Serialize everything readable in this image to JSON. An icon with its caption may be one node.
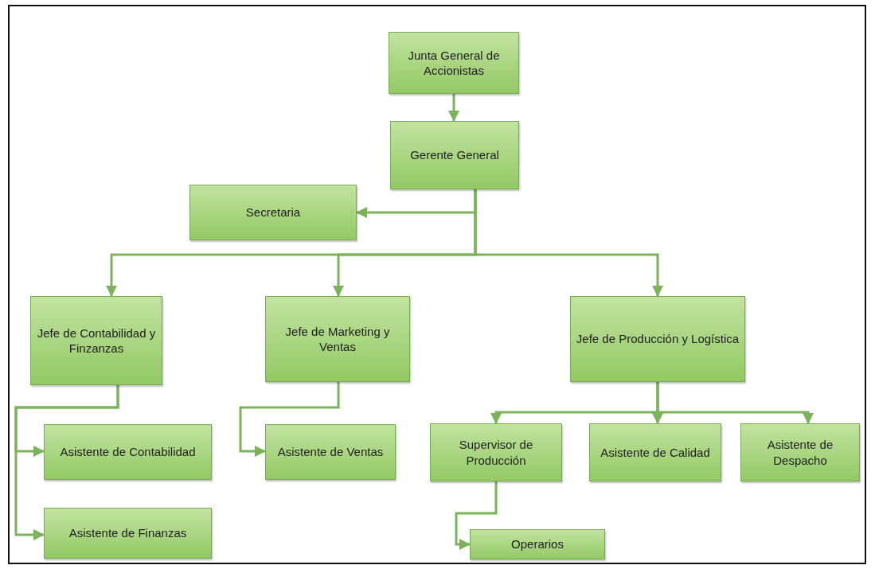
{
  "diagram": {
    "nodes": [
      {
        "text": [
          "Junta General de Accionistas"
        ]
      },
      {
        "text": [
          "Gerente General"
        ]
      },
      {
        "text": [
          "Secretaria"
        ]
      },
      {
        "text": [
          "Jefe de Contabilidad y Finzanzas"
        ]
      },
      {
        "text": [
          "Jefe de Marketing y Ventas"
        ]
      },
      {
        "text": [
          "Jefe de Producción y Logística"
        ]
      },
      {
        "text": [
          "Asistente de Contabilidad"
        ]
      },
      {
        "text": [
          "Asistente de Ventas"
        ]
      },
      {
        "text": [
          "Supervisor de Producción"
        ]
      },
      {
        "text": [
          "Asistente de Calidad"
        ]
      },
      {
        "text": [
          "Asistente de Despacho"
        ]
      },
      {
        "text": [
          "Asistente de Finanzas"
        ]
      },
      {
        "text": [
          "Operarios"
        ]
      }
    ],
    "edges": [
      {
        "from": 0,
        "to": 1,
        "arrow": "to"
      },
      {
        "from": 1,
        "to": 2,
        "arrow": "to"
      },
      {
        "from": 1,
        "to": 3,
        "arrow": "to"
      },
      {
        "from": 1,
        "to": 4,
        "arrow": "to"
      },
      {
        "from": 1,
        "to": 5,
        "arrow": "to"
      },
      {
        "from": 3,
        "to": 6,
        "arrow": "to"
      },
      {
        "from": 3,
        "to": 11,
        "arrow": "to"
      },
      {
        "from": 4,
        "to": 7,
        "arrow": "to"
      },
      {
        "from": 5,
        "to": 8,
        "arrow": "to"
      },
      {
        "from": 5,
        "to": 9,
        "arrow": "to"
      },
      {
        "from": 5,
        "to": 10,
        "arrow": "to"
      },
      {
        "from": 8,
        "to": 12,
        "arrow": "to"
      }
    ]
  }
}
